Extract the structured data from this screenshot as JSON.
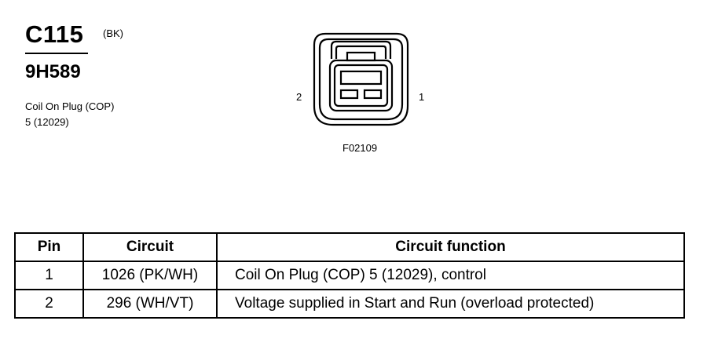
{
  "connector": {
    "id": "C115",
    "color": "(BK)",
    "part_number": "9H589",
    "description_line1": "Coil On Plug (COP)",
    "description_line2": "5 (12029)"
  },
  "diagram": {
    "pin_left_label": "2",
    "pin_right_label": "1",
    "figure_code": "F02109"
  },
  "table": {
    "headers": [
      "Pin",
      "Circuit",
      "Circuit function"
    ],
    "rows": [
      {
        "pin": "1",
        "circuit": "1026 (PK/WH)",
        "function": "Coil On Plug (COP) 5 (12029), control"
      },
      {
        "pin": "2",
        "circuit": "296 (WH/VT)",
        "function": "Voltage supplied in Start and Run (overload protected)"
      }
    ]
  }
}
